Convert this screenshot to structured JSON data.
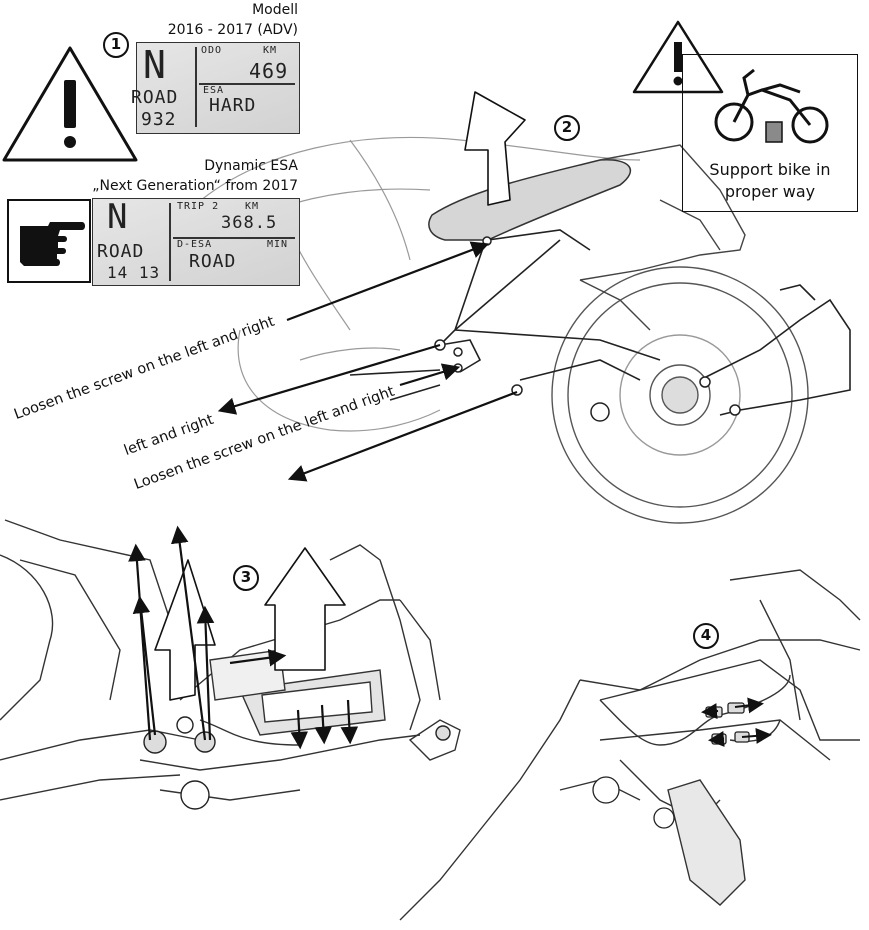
{
  "model_label": {
    "line1": "Modell",
    "line2": "2016 - 2017 (ADV)"
  },
  "esa_label": {
    "line1": "Dynamic ESA",
    "line2": "„Next Generation“ from 2017"
  },
  "display_old": {
    "gear": "N",
    "mode": "ROAD",
    "odo_value": "932",
    "odo_label": "ODO",
    "km_label": "KM",
    "trip_value": "469",
    "esa_label": "ESA",
    "esa_value": "HARD"
  },
  "display_new": {
    "gear": "N",
    "mode": "ROAD",
    "time": "14 13",
    "trip_label": "TRIP 2",
    "km_label": "KM",
    "trip_value": "368.5",
    "desa_label": "D-ESA",
    "min_label": "MIN",
    "desa_value": "ROAD"
  },
  "steps": [
    "1",
    "2",
    "3",
    "4"
  ],
  "support_sticker": {
    "line1": "Support bike in",
    "line2": "proper way"
  },
  "callouts": {
    "loosen_left_right_1": "Loosen the screw on the left and right",
    "left_and_right": "left and right",
    "loosen_left_right_2": "Loosen the screw on the left and right"
  },
  "icons": [
    "warning-triangle-icon",
    "pointing-hand-icon",
    "bike-on-stand-icon"
  ]
}
